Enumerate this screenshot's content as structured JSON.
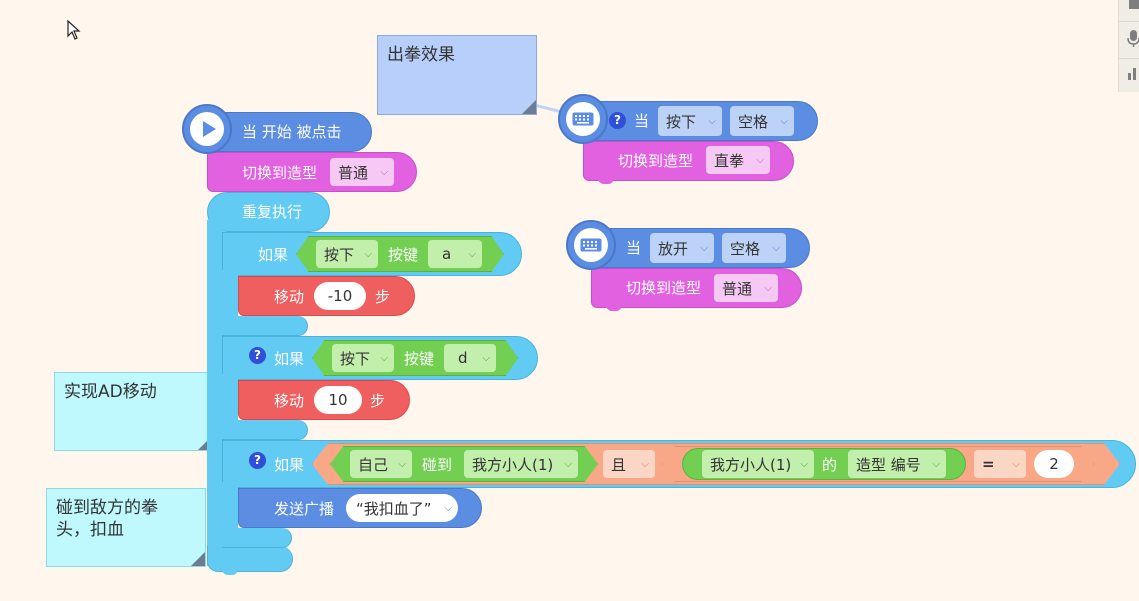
{
  "comments": {
    "punch_effect": "出拳效果",
    "ad_move": "实现AD移动",
    "hit_fist": "碰到敌方的拳头，扣血"
  },
  "main_script": {
    "hat_label": "当 开始 被点击",
    "switch_costume_label": "切换到造型",
    "costume_value": "普通",
    "repeat_label": "重复执行",
    "if_label": "如果",
    "press_value": "按下",
    "key_label": "按键",
    "key_a": "a",
    "key_d": "d",
    "move_label": "移动",
    "move_left_value": "-10",
    "move_right_value": "10",
    "steps_label": "步",
    "self_value": "自己",
    "touch_label": "碰到",
    "target_value": "我方小人(1)",
    "and_label": "且",
    "of_label": "的",
    "prop_value": "造型 编号",
    "op_value": "=",
    "compare_value": "2",
    "broadcast_label": "发送广播",
    "broadcast_value": "“我扣血了”"
  },
  "key_press_script": {
    "when_label": "当",
    "action_value": "按下",
    "key_value": "空格",
    "switch_costume_label": "切换到造型",
    "costume_value": "直拳"
  },
  "key_release_script": {
    "when_label": "当",
    "action_value": "放开",
    "key_value": "空格",
    "switch_costume_label": "切换到造型",
    "costume_value": "普通"
  },
  "help_mark": "?",
  "colors": {
    "motion_blue": "#5b8de3",
    "looks_pink": "#e161e1",
    "control_cyan": "#62cbf3",
    "move_red": "#f05f5f",
    "sensing_green": "#72cf52",
    "operator_salmon": "#f8a887"
  },
  "icons": [
    "cursor-icon",
    "play-icon",
    "keyboard-icon",
    "help-icon",
    "chevron-down-icon",
    "mic-icon",
    "chart-icon"
  ]
}
